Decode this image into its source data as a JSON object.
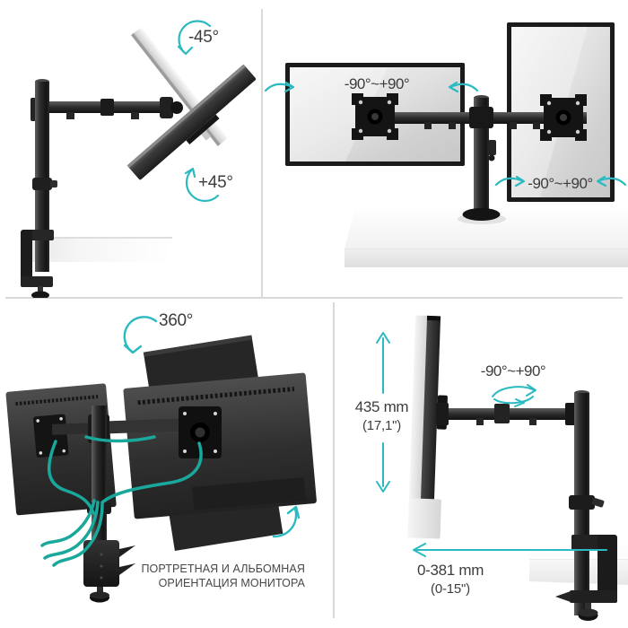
{
  "colors": {
    "accent": "#2bbac1",
    "cable": "#1aa79c",
    "divider": "#d9d9d9",
    "text": "#3d3d3d"
  },
  "panels": {
    "tilt": {
      "up_label": "-45°",
      "down_label": "+45°"
    },
    "rotation": {
      "landscape_label": "-90°~+90°",
      "portrait_label": "-90°~+90°"
    },
    "orientation": {
      "swivel_label": "360°",
      "caption_line1": "ПОРТРЕТНАЯ И АЛЬБОМНАЯ",
      "caption_line2": "ОРИЕНТАЦИЯ МОНИТОРА"
    },
    "dimensions": {
      "height_label": "435 mm",
      "height_inches": "(17,1\")",
      "swivel_label": "-90°~+90°",
      "depth_label": "0-381 mm",
      "depth_inches": "(0-15\")"
    }
  }
}
